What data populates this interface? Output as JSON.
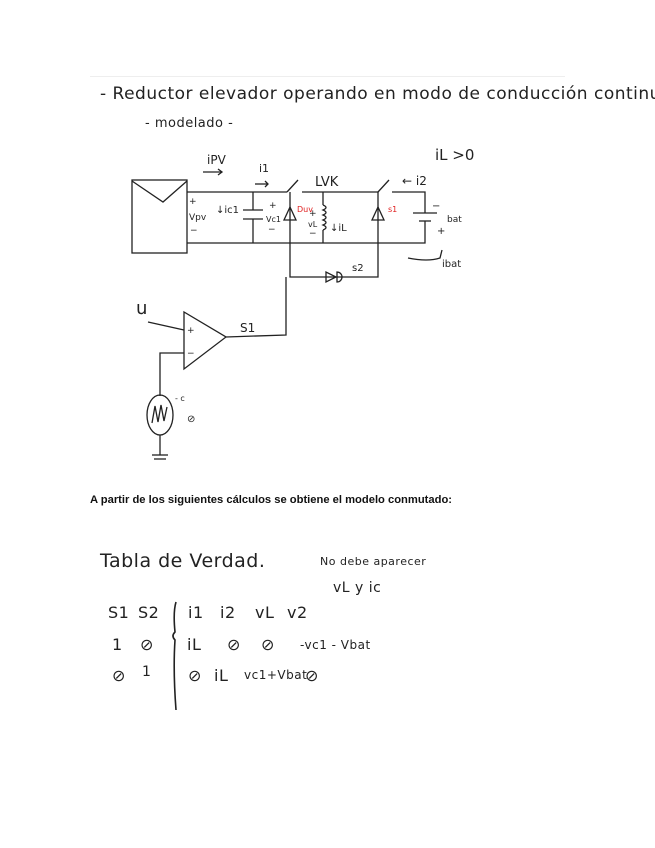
{
  "heading": {
    "title": "- Reductor elevador operando en modo de conducción continuo -",
    "subtitle": "- modelado -"
  },
  "circuit": {
    "labels": {
      "i_pv": "iPV",
      "i_1": "i1",
      "lvk": "LVK",
      "il_condition": "iL >0",
      "i_2": "← i2",
      "v_pv_plus": "+",
      "v_pv": "Vpv",
      "v_pv_minus": "−",
      "i_c1": "↓ic1",
      "v_c1_plus": "+",
      "v_c1": "Vc1",
      "v_c1_minus": "−",
      "d1": "Duv",
      "v_l_plus": "+",
      "v_l": "vL",
      "v_l_minus": "−",
      "i_l": "↓iL",
      "s1_red": "s1",
      "bat_minus": "−",
      "bat": "bat",
      "bat_plus": "+",
      "i_bat": "ibat",
      "s2": "s2",
      "u": "u",
      "opamp_plus": "+",
      "opamp_minus": "−",
      "s1_out": "S1",
      "sensor_c": "- c",
      "sensor_zero": "⊘"
    },
    "accent_color": "#e02020"
  },
  "sentence": "A partir de los siguientes cálculos se obtiene el modelo conmutado:",
  "truth_table": {
    "title": "Tabla de Verdad.",
    "note_line1": "No debe aparecer",
    "note_line2": "vL y ic",
    "headers_left": [
      "S1",
      "S2"
    ],
    "headers_right": [
      "i1",
      "i2",
      "vL",
      "v2"
    ],
    "rows": [
      {
        "left": [
          "1",
          "⊘"
        ],
        "right": [
          "iL",
          "⊘",
          "⊘",
          "-vc1 - Vbat"
        ]
      },
      {
        "left": [
          "⊘",
          "1"
        ],
        "right": [
          "⊘",
          "iL",
          "vc1+Vbat",
          "⊘"
        ]
      }
    ]
  }
}
